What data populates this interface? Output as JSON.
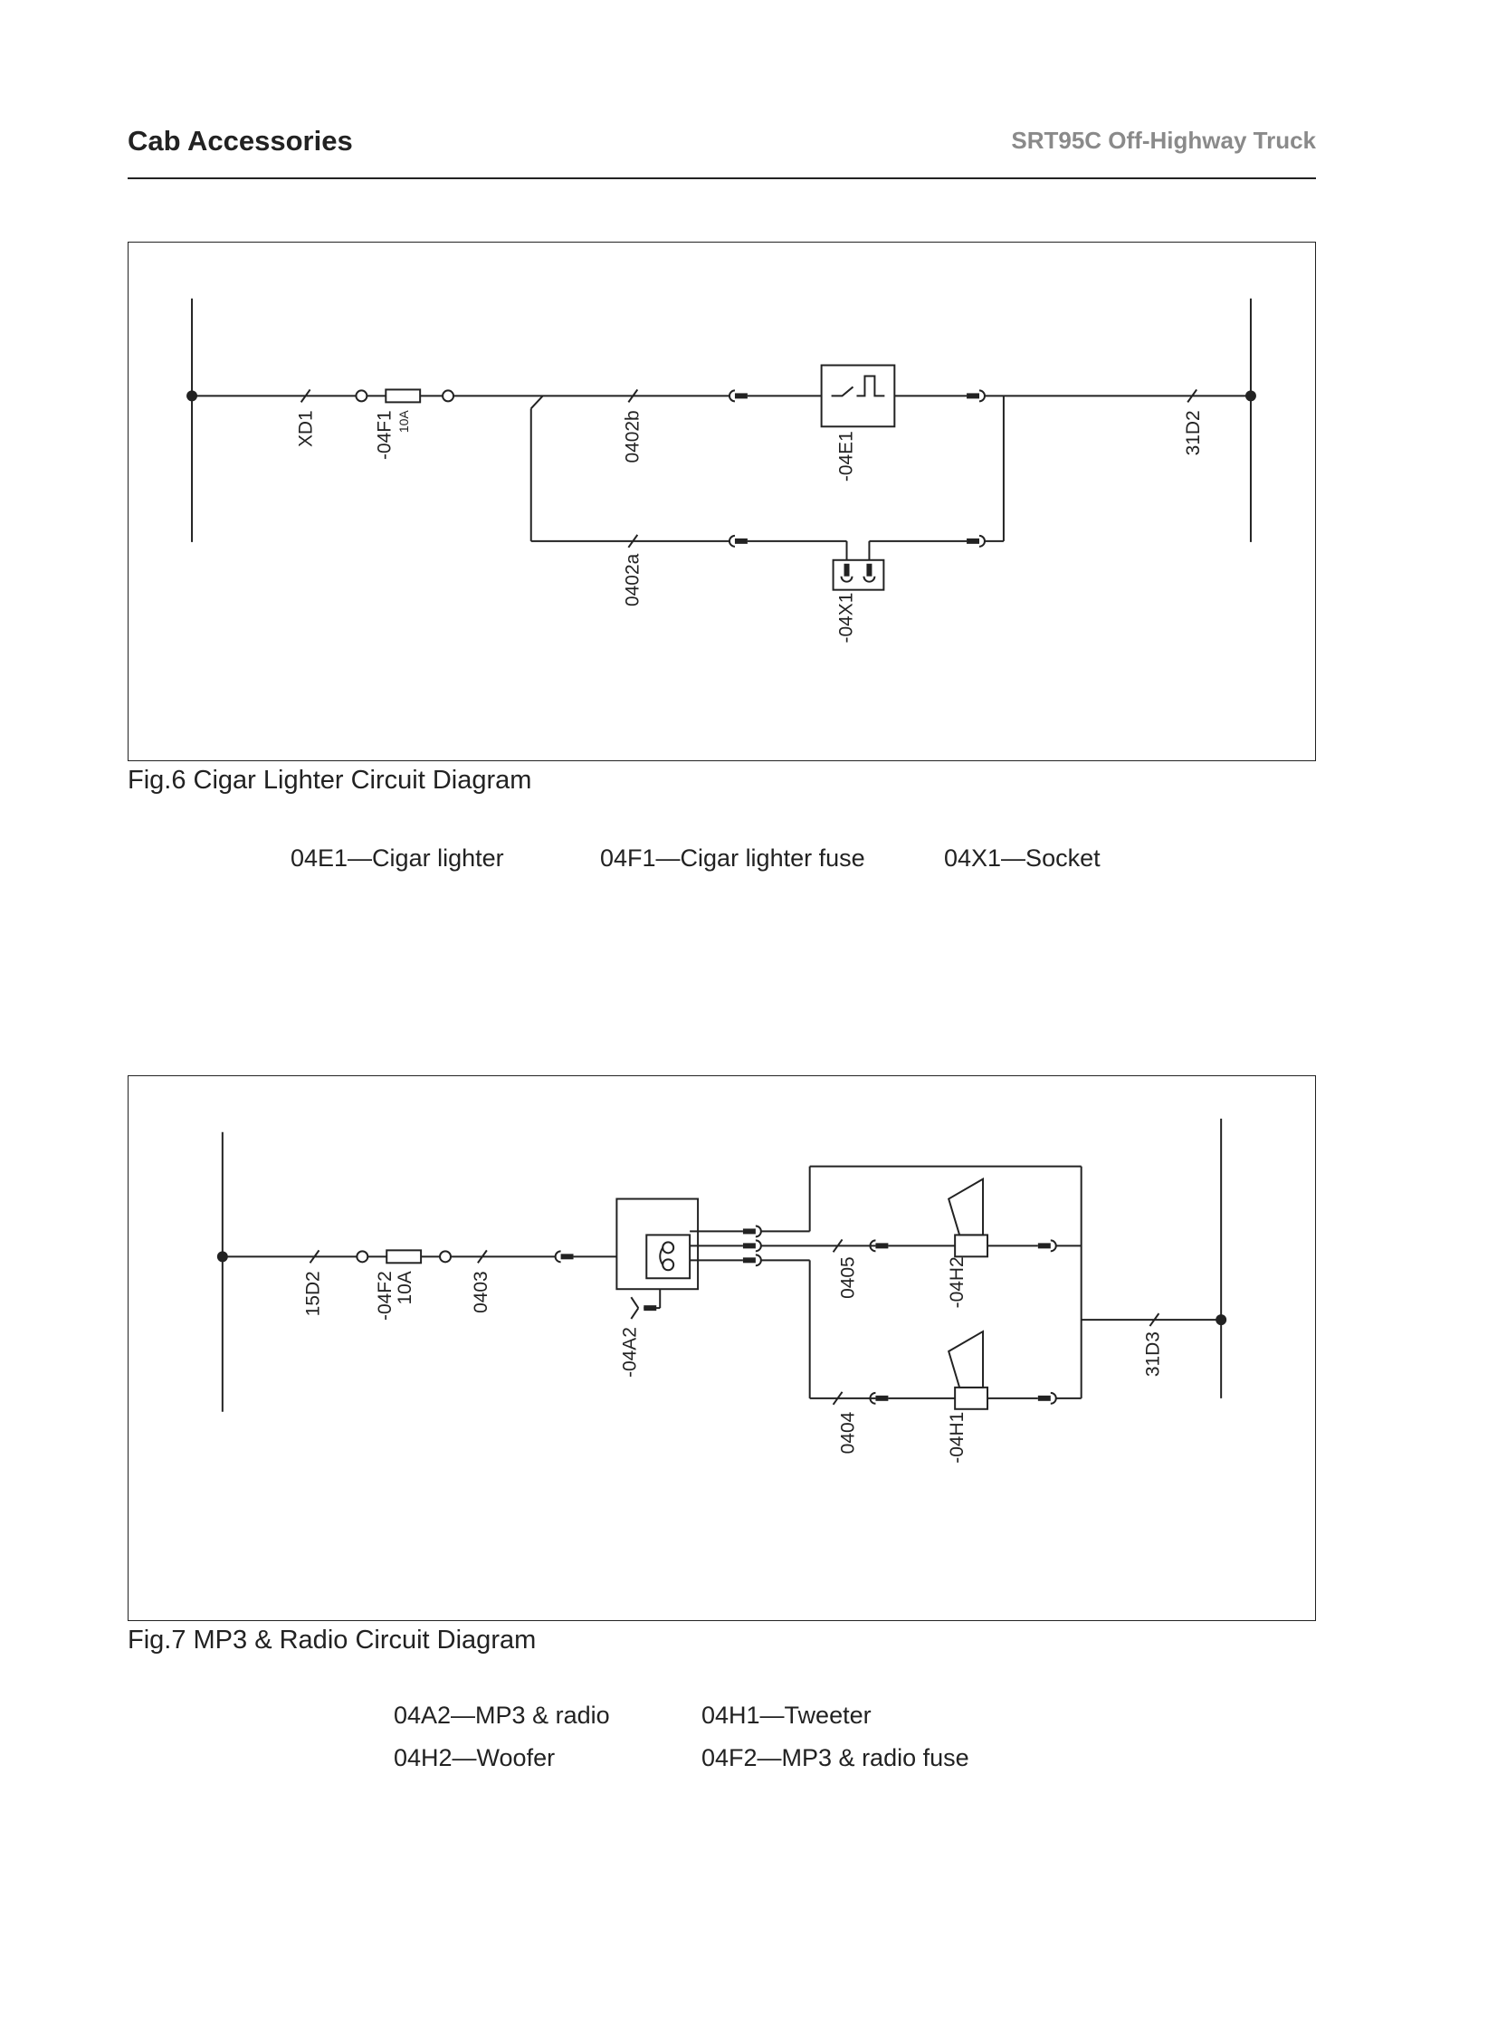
{
  "header": {
    "section_title": "Cab Accessories",
    "document_title": "SRT95C Off-Highway Truck"
  },
  "fig6": {
    "caption": "Fig.6 Cigar Lighter Circuit Diagram",
    "labels": {
      "xd1": "XD1",
      "f1": "-04F1",
      "f1_rating": "10A",
      "w0402b": "0402b",
      "w0402a": "0402a",
      "e1": "-04E1",
      "x1": "-04X1",
      "d2": "31D2"
    },
    "legend": [
      "04E1—Cigar lighter",
      "04F1—Cigar lighter fuse",
      "04X1—Socket"
    ]
  },
  "fig7": {
    "caption": "Fig.7 MP3 & Radio Circuit Diagram",
    "labels": {
      "d2": "15D2",
      "f2": "-04F2",
      "f2_rating": "10A",
      "w0403": "0403",
      "a2": "-04A2",
      "w0405": "0405",
      "h2": "-04H2",
      "w0404": "0404",
      "h1": "-04H1",
      "d3": "31D3"
    },
    "legend": [
      "04A2—MP3 & radio",
      "04H1—Tweeter",
      "04H2—Woofer",
      "04F2—MP3 & radio fuse"
    ]
  }
}
